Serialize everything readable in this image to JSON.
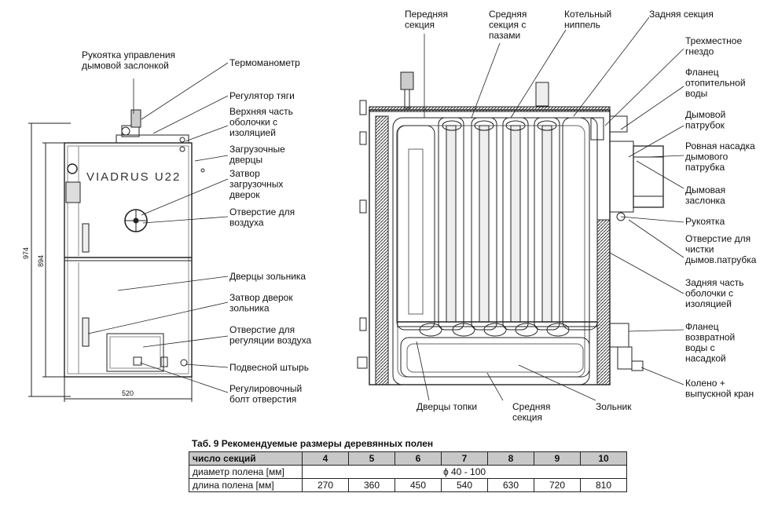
{
  "left_view": {
    "brand": "VIADRUS  U22",
    "dims": {
      "height_total": "974",
      "height_body": "894",
      "width": "520"
    },
    "labels": [
      "Рукоятка управления\nдымовой заслонкой",
      "Термоманометр",
      "Регулятор тяги",
      "Верхняя часть\nоболочки с\nизоляцией",
      "Загрузочные\nдверцы",
      "Затвор\nзагрузочных\nдверок",
      "Отверстие для\nвоздуха",
      "Дверцы зольника",
      "Затвор дверок\nзольника",
      "Отверстие для\nрегуляции воздуха",
      "Подвесной штырь",
      "Регулировочный\nболт отверстия"
    ]
  },
  "right_view": {
    "labels_top": [
      "Передняя\nсекция",
      "Средняя\nсекция с\nпазами",
      "Котельный\nниппель",
      "Задняя секция"
    ],
    "labels_right": [
      "Трехместное\nгнездо",
      "Фланец\nотопительной\nводы",
      "Дымовой\nпатрубок",
      "Ровная насадка\nдымового\nпатрубка",
      "Дымовая\nзаслонка",
      "Рукоятка",
      "Отверстие для\nчистки\nдымов.патрубка",
      "Задняя часть\nоболочки с\nизоляцией",
      "Фланец\nвозвратной\nводы с\nнасадкой",
      "Колено +\nвыпускной кран"
    ],
    "labels_bottom": [
      "Дверцы топки",
      "Средняя\nсекция",
      "Зольник"
    ]
  },
  "table": {
    "title": "Таб. 9  Рекомендуемые размеры деревянных полен",
    "header": "число секций",
    "columns": [
      "4",
      "5",
      "6",
      "7",
      "8",
      "9",
      "10"
    ],
    "rows": [
      {
        "label": "диаметр полена [мм]",
        "merged": "ϕ 40 - 100"
      },
      {
        "label": "длина полена [мм]",
        "values": [
          "270",
          "360",
          "450",
          "540",
          "630",
          "720",
          "810"
        ]
      }
    ]
  }
}
